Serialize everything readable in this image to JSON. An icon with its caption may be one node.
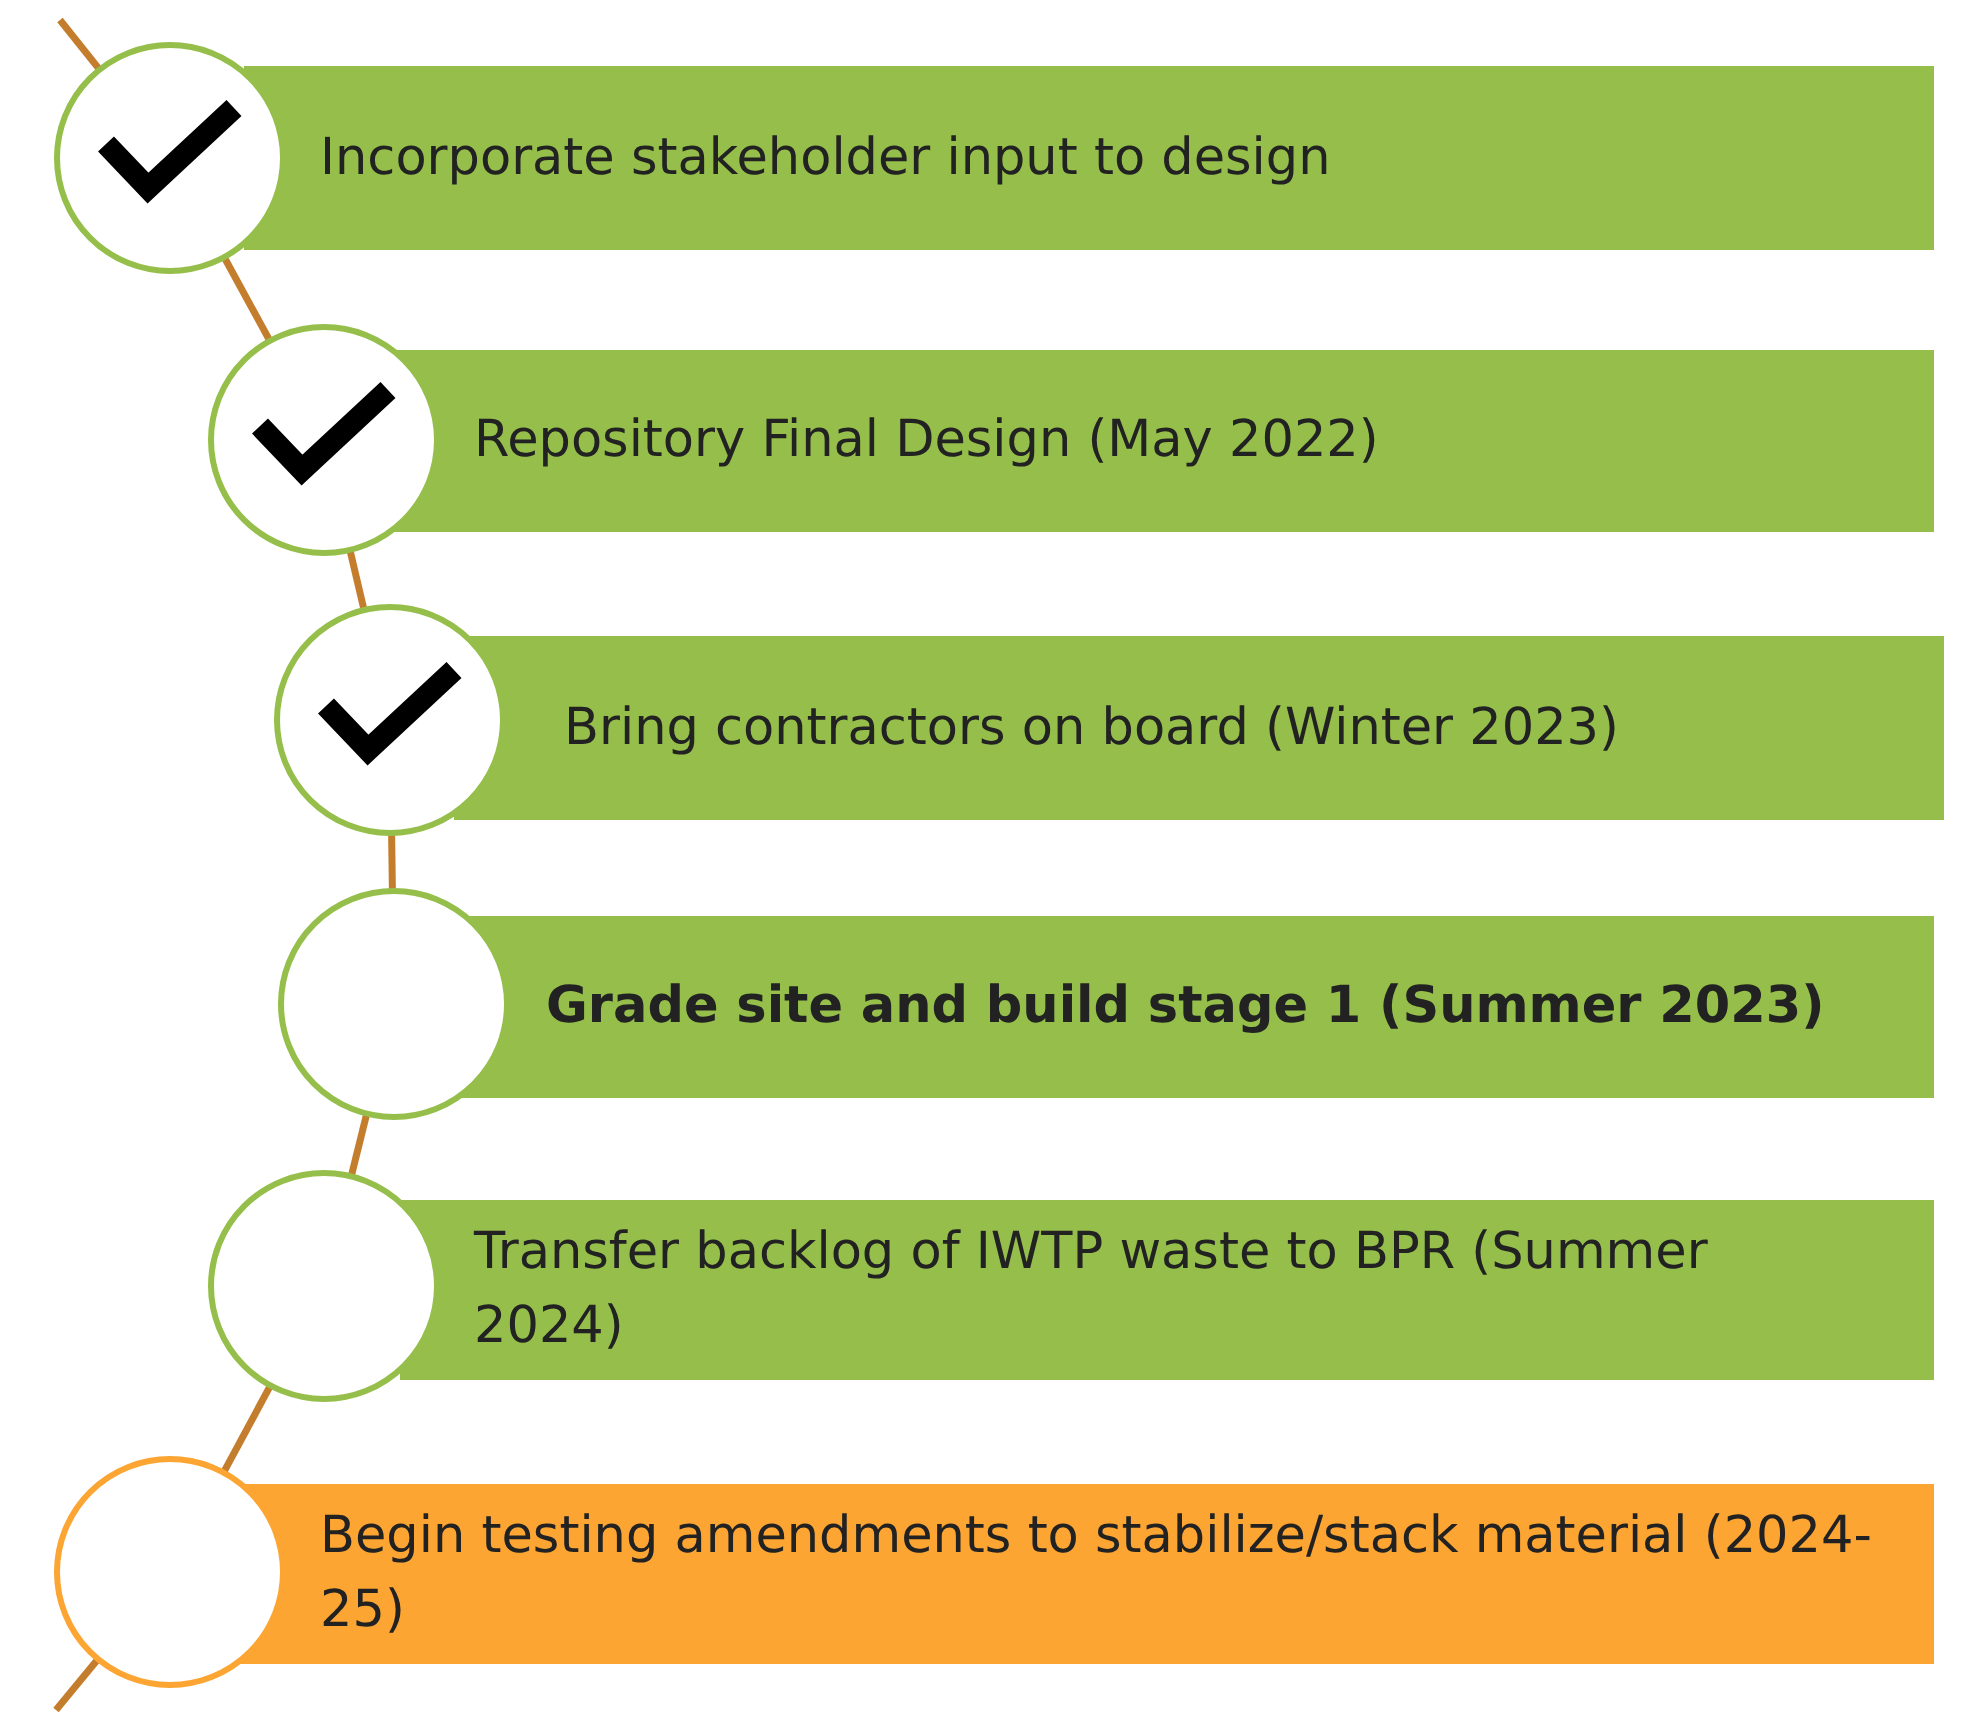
{
  "diagram": {
    "nodes": [
      {
        "text": [
          "Incorporate stakeholder input to design"
        ]
      },
      {
        "text": [
          "Repository Final Design (May 2022)"
        ]
      },
      {
        "text": [
          "Bring contractors on board (Winter 2023)"
        ]
      },
      {
        "text": [
          "Grade site and build stage 1 (Summer 2023)"
        ]
      },
      {
        "text": [
          "Transfer backlog of IWTP waste to BPR (Summer 2024)"
        ]
      },
      {
        "text": [
          "Begin testing amendments to stabilize/stack material  (2024-25)"
        ]
      },
      {
        "text": [],
        "shape": "circle"
      },
      {
        "text": [],
        "shape": "circle"
      },
      {
        "text": [],
        "shape": "circle"
      },
      {
        "text": [],
        "shape": "circle"
      },
      {
        "text": [],
        "shape": "circle"
      },
      {
        "text": [],
        "shape": "circle"
      },
      {
        "text": [],
        "shape": "check",
        "in": 6
      },
      {
        "text": [],
        "shape": "check",
        "in": 7
      },
      {
        "text": [],
        "shape": "check",
        "in": 8
      }
    ],
    "edges": [
      {
        "from": null,
        "to": 6,
        "arrow": "none"
      },
      {
        "from": 6,
        "to": 7,
        "arrow": "none"
      },
      {
        "from": 7,
        "to": 8,
        "arrow": "none"
      },
      {
        "from": 8,
        "to": 9,
        "arrow": "none"
      },
      {
        "from": 9,
        "to": 10,
        "arrow": "none"
      },
      {
        "from": 10,
        "to": 11,
        "arrow": "none"
      },
      {
        "from": 11,
        "to": null,
        "arrow": "none"
      }
    ]
  }
}
